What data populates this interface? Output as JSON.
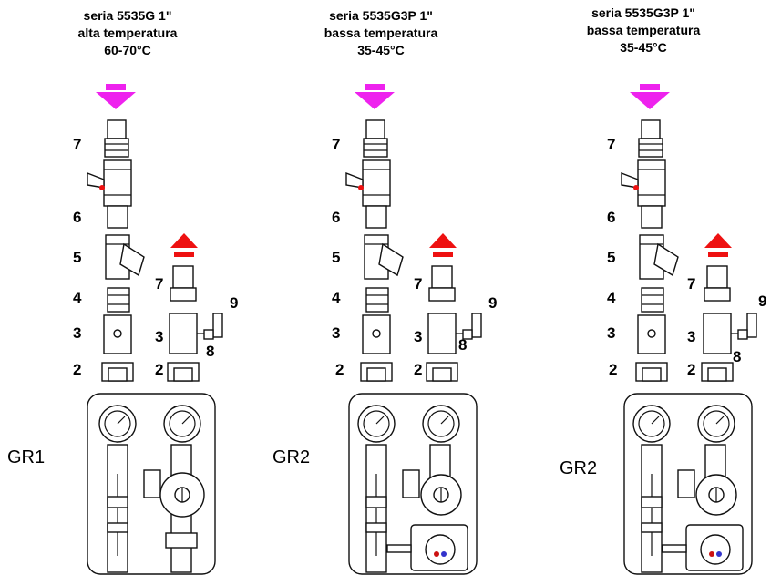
{
  "columns": [
    {
      "title_lines": [
        "seria 5535G  1\"",
        "alta temperatura",
        "60-70°C"
      ],
      "group_label": "GR1",
      "labels": {
        "n7a": "7",
        "n6": "6",
        "n5": "5",
        "n4": "4",
        "n3a": "3",
        "n2a": "2",
        "n7b": "7",
        "n9": "9",
        "n3b": "3",
        "n8": "8",
        "n2b": "2"
      }
    },
    {
      "title_lines": [
        "seria 5535G3P  1\"",
        "bassa temperatura",
        "35-45°C"
      ],
      "group_label": "GR2",
      "labels": {
        "n7a": "7",
        "n6": "6",
        "n5": "5",
        "n4": "4",
        "n3a": "3",
        "n2a": "2",
        "n7b": "7",
        "n9": "9",
        "n3b": "3",
        "n8": "8",
        "n2b": "2"
      }
    },
    {
      "title_lines": [
        "seria 5535G3P  1\"",
        "bassa temperatura",
        "35-45°C"
      ],
      "group_label": "GR2",
      "labels": {
        "n7a": "7",
        "n6": "6",
        "n5": "5",
        "n4": "4",
        "n3a": "3",
        "n2a": "2",
        "n7b": "7",
        "n9": "9",
        "n3b": "3",
        "n8": "8",
        "n2b": "2"
      }
    }
  ],
  "colors": {
    "supply_arrow": "#ee22ee",
    "return_arrow": "#ee1111",
    "line": "#111111"
  },
  "icons": {
    "supply_arrow": "magenta-down-arrow-icon",
    "return_arrow": "red-up-arrow-icon",
    "gauge": "thermometer-gauge-icon",
    "pump": "circulator-pump-icon",
    "valve": "ball-valve-icon"
  }
}
